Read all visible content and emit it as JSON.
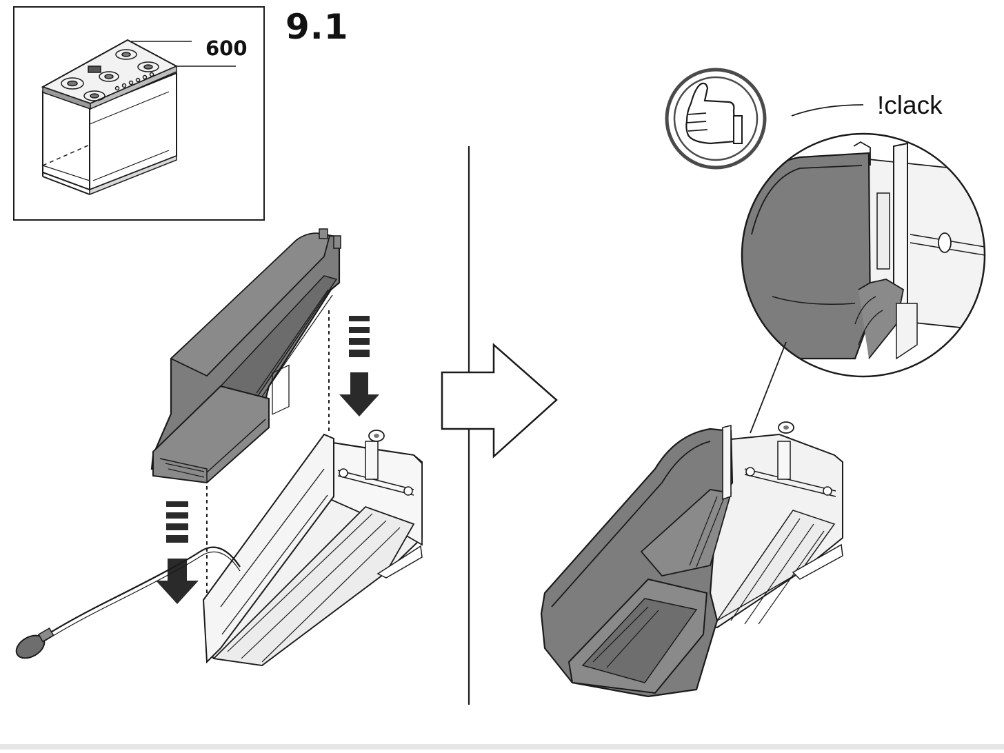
{
  "figure": {
    "step_number": "9.1",
    "hob_width_label": "600",
    "click_sound_label": "!clack"
  },
  "colors": {
    "line": "#1a1a1a",
    "part_dark": "#7a7a7a",
    "part_mid": "#8e8e8e",
    "part_light": "#f0f0f0",
    "white": "#ffffff",
    "bar": "#e6e6e6"
  },
  "icons": {
    "thumbs_up": "thumbs-up-icon",
    "arrow_down": "arrow-down-icon",
    "arrow_right": "arrow-right-icon"
  }
}
